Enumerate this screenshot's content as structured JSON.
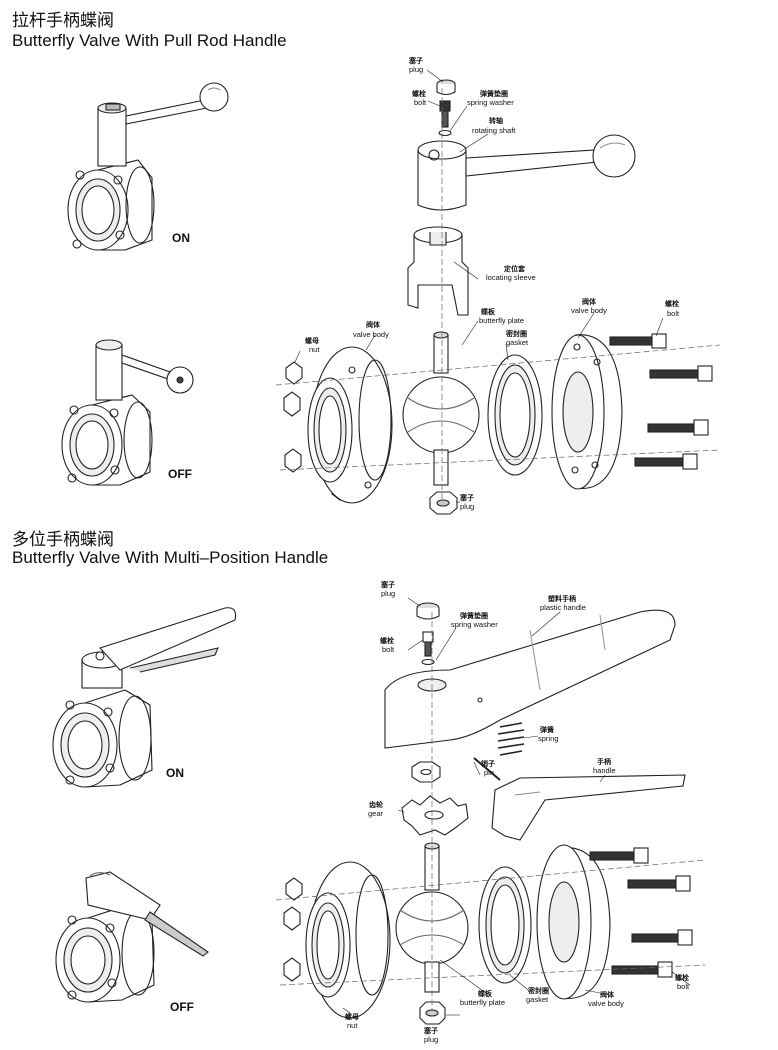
{
  "section1": {
    "title_cn": "拉杆手柄蝶阀",
    "title_en": "Butterfly Valve With Pull Rod Handle",
    "state_on": "ON",
    "state_off": "OFF",
    "labels": {
      "plug_top": {
        "cn": "塞子",
        "en": "plug"
      },
      "bolt_top": {
        "cn": "螺栓",
        "en": "bolt"
      },
      "spring_washer": {
        "cn": "弹簧垫圈",
        "en": "spring washer"
      },
      "rotating_shaft": {
        "cn": "转轴",
        "en": "rotating shaft"
      },
      "locating_sleeve": {
        "cn": "定位套",
        "en": "locating sleeve"
      },
      "butterfly_plate": {
        "cn": "蝶板",
        "en": "butterfly plate"
      },
      "gasket": {
        "cn": "密封圈",
        "en": "gasket"
      },
      "valve_body_right": {
        "cn": "阀体",
        "en": "valve body"
      },
      "bolt_right": {
        "cn": "螺栓",
        "en": "bolt"
      },
      "nut": {
        "cn": "螺母",
        "en": "nut"
      },
      "valve_body_left": {
        "cn": "阀体",
        "en": "valve body"
      },
      "plug_bottom": {
        "cn": "塞子",
        "en": "plug"
      }
    }
  },
  "section2": {
    "title_cn": "多位手柄蝶阀",
    "title_en": "Butterfly Valve With Multi–Position Handle",
    "state_on": "ON",
    "state_off": "OFF",
    "labels": {
      "plug_top": {
        "cn": "塞子",
        "en": "plug"
      },
      "bolt_top": {
        "cn": "螺栓",
        "en": "bolt"
      },
      "spring_washer": {
        "cn": "弹簧垫圈",
        "en": "spring washer"
      },
      "plastic_handle": {
        "cn": "塑料手柄",
        "en": "plastic handle"
      },
      "spring": {
        "cn": "弹簧",
        "en": "spring"
      },
      "pin": {
        "cn": "销子",
        "en": "pin"
      },
      "handle": {
        "cn": "手柄",
        "en": "handle"
      },
      "gear": {
        "cn": "齿轮",
        "en": "gear"
      },
      "bolt_right": {
        "cn": "螺栓",
        "en": "bolt"
      },
      "nut": {
        "cn": "螺母",
        "en": "nut"
      },
      "butterfly_plate": {
        "cn": "蝶板",
        "en": "butterfly plate"
      },
      "gasket": {
        "cn": "密封圈",
        "en": "gasket"
      },
      "valve_body": {
        "cn": "阀体",
        "en": "valve body"
      },
      "plug_bottom": {
        "cn": "塞子",
        "en": "plug"
      }
    }
  }
}
